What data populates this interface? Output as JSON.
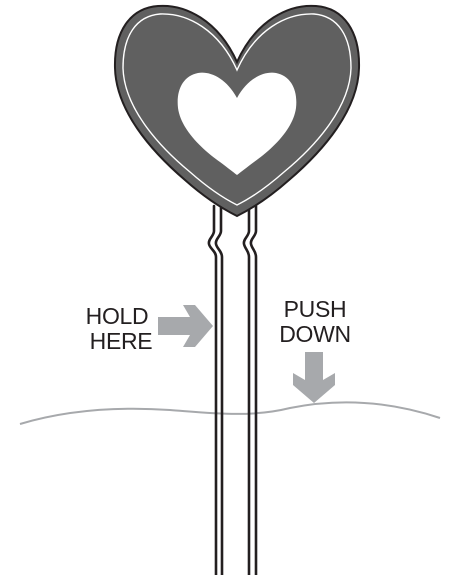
{
  "labels": {
    "hold_line1": "HOLD",
    "hold_line2": "HERE",
    "push_line1": "PUSH",
    "push_line2": "DOWN"
  },
  "icons": {
    "heart": "heart-icon",
    "hold_arrow": "arrow-right-icon",
    "push_arrow": "arrow-down-icon"
  },
  "colors": {
    "heart_fill": "#606060",
    "outline": "#231f20",
    "arrow": "#a7a9ac",
    "ground": "#a7a9ac",
    "text": "#231f20"
  }
}
